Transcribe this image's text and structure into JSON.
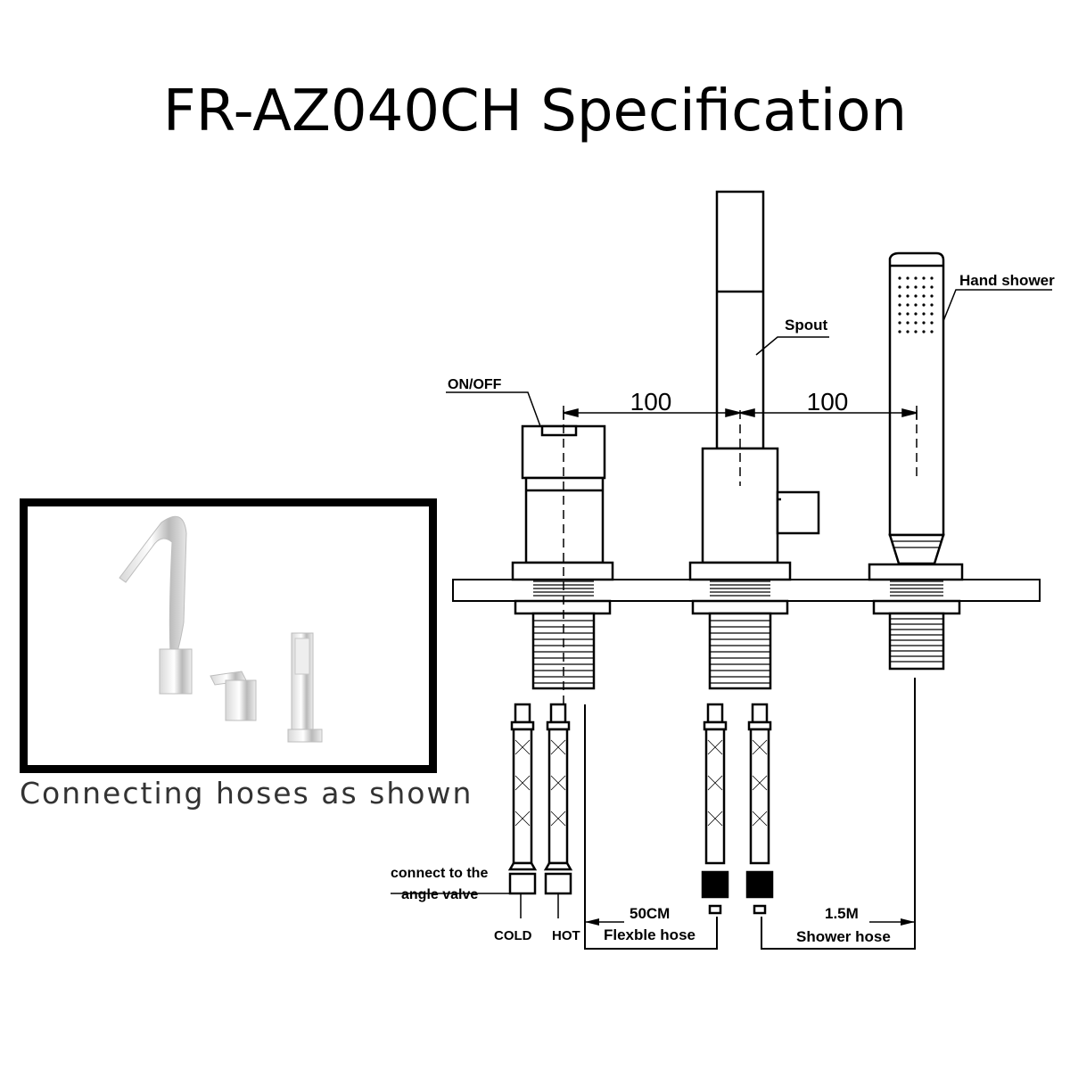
{
  "title": "FR-AZ040CH Specification",
  "caption": "Connecting hoses as shown",
  "labels": {
    "on_off": "ON/OFF",
    "spout": "Spout",
    "hand_shower": "Hand shower",
    "dimension_left": "100",
    "dimension_right": "100",
    "connect_line1": "connect to the",
    "connect_line2": "angle valve",
    "cold": "COLD",
    "hot": "HOT",
    "flex_length": "50CM",
    "flex_name": "Flexble hose",
    "shower_length": "1.5M",
    "shower_name": "Shower hose"
  },
  "colors": {
    "line": "#000000"
  }
}
